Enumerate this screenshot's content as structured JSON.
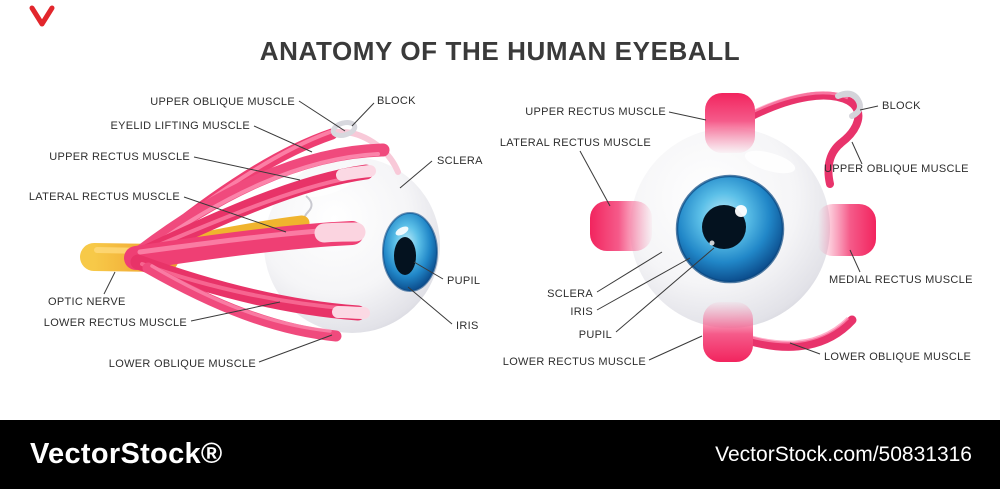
{
  "page": {
    "title": "ANATOMY OF THE HUMAN EYEBALL"
  },
  "brand": {
    "logo_icon": "vectorstock-v-mark",
    "footer_left": "VectorStock®",
    "footer_right": "VectorStock.com/50831316"
  },
  "left_view": {
    "description": "side view of eyeball with extraocular muscles and optic nerve",
    "labels": [
      "UPPER OBLIQUE MUSCLE",
      "BLOCK",
      "EYELID LIFTING MUSCLE",
      "UPPER RECTUS MUSCLE",
      "SCLERA",
      "LATERAL RECTUS MUSCLE",
      "OPTIC NERVE",
      "LOWER RECTUS MUSCLE",
      "LOWER OBLIQUE MUSCLE",
      "PUPIL",
      "IRIS"
    ]
  },
  "right_view": {
    "description": "front view of eyeball with rectus and oblique muscles",
    "labels": [
      "UPPER RECTUS MUSCLE",
      "BLOCK",
      "LATERAL RECTUS MUSCLE",
      "UPPER OBLIQUE MUSCLE",
      "MEDIAL RECTUS MUSCLE",
      "SCLERA",
      "IRIS",
      "PUPIL",
      "LOWER RECTUS MUSCLE",
      "LOWER OBLIQUE MUSCLE"
    ]
  },
  "colors": {
    "muscle_pink": "#ef3f74",
    "muscle_light": "#ff9dbd",
    "iris_blue": "#2187c8",
    "pupil_dark": "#04121f",
    "optic_nerve_orange": "#f2a33c",
    "label_text": "#2e2e2e",
    "footer_bg": "#000000",
    "logo_red": "#e2262c"
  }
}
